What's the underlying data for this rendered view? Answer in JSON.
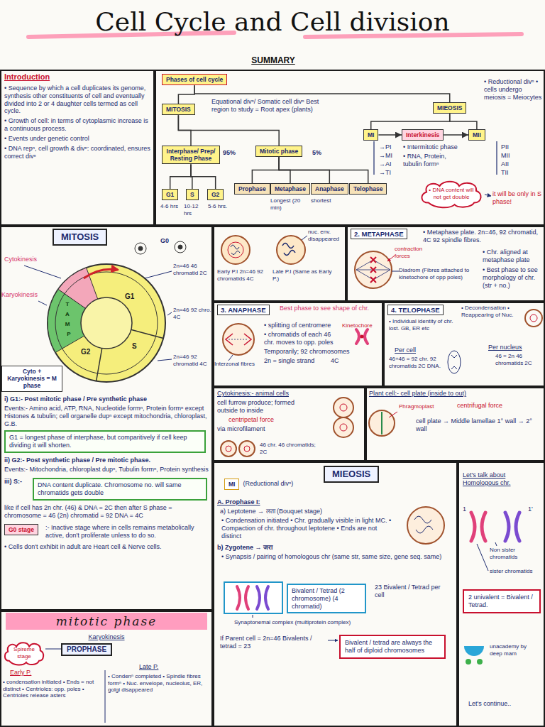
{
  "diagram": {
    "title": "Cell Cycle and Cell division",
    "nodes": [
      {
        "text": [
          "Introduction",
          "• Sequence by which a cell duplicates its genome, synthesis other constituents of cell and eventually divided into 2 or 4 daughter cells termed as cell cycle.",
          "• Growth of cell: in terms of cytoplasmic increase is a continuous process.",
          "• Events under genetic control",
          "• DNA repⁿ, cell growth & divⁿ: coordinated, ensures correct divⁿ"
        ]
      },
      {
        "text": [
          "Equational divⁿ/ Somatic cell divⁿ Best region to study = Root apex (plants)",
          "• Reductional divⁿ • cells undergo meiosis = Meiocytes",
          "95%",
          "5%",
          "4-6 hrs",
          "10-12 hrs",
          "5-6 hrs.",
          "Longest (20 min)",
          "shortest",
          "→PI",
          "→MI",
          "→AI",
          "→TI",
          "• Intermitotic phase",
          "• RNA, Protein, tubulin formⁿ",
          "PII",
          "MII",
          "AII",
          "TII",
          "it will be only in S phase!"
        ]
      },
      {
        "text": [
          "Phases of cell cycle"
        ],
        "in": 1
      },
      {
        "text": [
          "MITOSIS"
        ],
        "in": 1
      },
      {
        "text": [
          "MIEOSIS"
        ],
        "in": 1
      },
      {
        "text": [
          "Interphase/ Prep/ Resting Phase"
        ],
        "in": 1
      },
      {
        "text": [
          "Mitotic phase"
        ],
        "in": 1
      },
      {
        "text": [
          "G1"
        ],
        "in": 1
      },
      {
        "text": [
          "S"
        ],
        "in": 1
      },
      {
        "text": [
          "G2"
        ],
        "in": 1
      },
      {
        "text": [
          "Prophase"
        ],
        "in": 1
      },
      {
        "text": [
          "Metaphase"
        ],
        "in": 1
      },
      {
        "text": [
          "Anaphase"
        ],
        "in": 1
      },
      {
        "text": [
          "Telophase"
        ],
        "in": 1
      },
      {
        "text": [
          "MI"
        ],
        "in": 1
      },
      {
        "text": [
          "Interkinesis"
        ],
        "in": 1
      },
      {
        "text": [
          "MII"
        ],
        "in": 1
      },
      {
        "text": [
          "• DNA content will not get double"
        ],
        "in": 1
      },
      {
        "text": [
          "Cytokinesis",
          "Karyokinesis",
          "G0",
          "2n=46 46 chromatid 2C",
          "2n=46 92 chro. 4C",
          "2n=46 92 chromatid 4C",
          "i) G1:- Post mitotic phase / Pre synthetic phase",
          "Events:- Amino acid, ATP, RNA, Nucleotide formⁿ, Protein formⁿ except Histones & tubulin; cell organelle dupⁿ except mitochondria, chloroplast, G.B.",
          "ii) G2:- Post synthetic phase / Pre mitotic phase.",
          "Events:- Mitochondria, chloroplast dupⁿ, Tubulin formⁿ, Protein synthesis",
          "iii) S:-",
          "like if cell has 2n chr. (46) & DNA = 2C then after S phase = chromosome = 46 (2n) chromatid = 92 DNA = 4C",
          ":- Inactive stage where in cells remains metabolically active, don't proliferate unless to do so.",
          "• Cells don't exhibit in adult are Heart cell & Nerve cells."
        ]
      },
      {
        "text": [
          "MITOSIS"
        ],
        "in": 18
      },
      {
        "text": [
          "G1",
          "S",
          "G2",
          "T",
          "A",
          "M",
          "P"
        ],
        "in": 18
      },
      {
        "text": [
          "Cyto + Karyokinesis = M phase"
        ],
        "in": 18
      },
      {
        "text": [
          "G1 = longest phase of interphase, but comparitively if cell keep dividing it will shorten."
        ],
        "in": 18
      },
      {
        "text": [
          "DNA content duplicate. Chromosome no. will same chromatids gets double"
        ],
        "in": 18
      },
      {
        "text": [
          "G0 stage"
        ],
        "in": 18
      },
      {
        "text": [
          "Karyokinesis",
          "Early P.",
          "Late P.",
          "• condensation initiated • Ends = not distinct • Centrioles: opp. poles • Centrioles release asters",
          "• Condenⁿ completed • Spindle fibres formⁿ • Nuc. envelope, nucleolus, ER, golgi disappeared"
        ]
      },
      {
        "text": [
          "mitotic phase"
        ],
        "in": 25
      },
      {
        "text": [
          "Spireme stage"
        ],
        "in": 25
      },
      {
        "text": [
          "PROPHASE"
        ],
        "in": 25
      },
      {
        "text": [
          "nuc. env. disappeared",
          "Early P.I 2n=46 92 chromatids 4C",
          "Late P.I (Same as Early P.)"
        ]
      },
      {
        "text": [
          "2. METAPHASE",
          "• Metaphase plate. 2n=46, 92 chromatid, 4C 92 spindle fibres.",
          "contraction forces",
          "Diadrom (Fibres attached to kinetochore of opp poles)",
          "• Chr. aligned at metaphase plate",
          "• Best phase to see morphology of chr. (str + no.)"
        ]
      },
      {
        "text": [
          "3. ANAPHASE",
          "Best phase to see shape of chr.",
          "• splitting of centromere",
          "• chromatids of each 46 chr. moves to opp. poles",
          "Temporarily; 92 chromosomes",
          "2n = single strand",
          "4C",
          "Interzonal fibres",
          "Kinetochore"
        ]
      },
      {
        "text": [
          "4. TELOPHASE",
          "• Decondensation • Reappearing of Nuc.",
          "• Individual identity of chr. lost. GB, ER etc",
          "Per cell",
          "46+46 = 92 chr. 92 chromatids 2C DNA.",
          "Per nucleus",
          "46 = 2n 46 chromatids 2C"
        ]
      },
      {
        "text": [
          "Cytokinesis:- animal cells",
          "cell furrow produce; formed outside to inside",
          "centripetal force",
          "via microfilament",
          "46 chr. 46 chromatids; 2C"
        ]
      },
      {
        "text": [
          "Plant cell:- cell plate (inside to out)",
          "Phragmoplast",
          "centrifugal force",
          "cell plate → Middle lamellae 1° wall → 2° wall"
        ]
      },
      {
        "text": [
          "A. Prophase I:",
          "a) Leptotene → लता (Bouquet stage)",
          "• Condensation initiated • Chr. gradually visible in light MC. • Compaction of chr. throughout leptotene • Ends are not distinct",
          "b) Zygotene → जरा",
          "• Synapsis / pairing of homologous chr (same str, same size, gene seq. same)",
          "23 Bivalent / Tetrad per cell",
          "Synaptonemal complex (multiprotein complex)",
          "If Parent cell = 2n=46 Bivalents / tetrad = 23"
        ]
      },
      {
        "text": [
          "MIEOSIS"
        ],
        "in": 35
      },
      {
        "text": [
          "MI",
          "(Reductional divⁿ)"
        ],
        "in": 35
      },
      {
        "text": [
          "Bivalent / Tetrad (2 chromosome) (4 chromatid)"
        ],
        "in": 35
      },
      {
        "text": [
          "Bivalent / tetrad are always the half of diploid chromosomes"
        ],
        "in": 35
      },
      {
        "text": [
          "Let's talk about Homologous chr.",
          "1",
          "1'",
          "Non sister chromatids",
          "sister chromatids",
          "unacademy by deep mam",
          "Let's continue.."
        ]
      },
      {
        "text": [
          "2 univalent = Bivalent / Tetrad."
        ],
        "in": 40
      }
    ],
    "edges": [
      {
        "from": 2,
        "to": 3,
        "arrow": "none"
      },
      {
        "from": 2,
        "to": 4,
        "arrow": "none"
      },
      {
        "from": 3,
        "to": 5,
        "arrow": "none"
      },
      {
        "from": 3,
        "to": 6,
        "arrow": "none"
      },
      {
        "from": 5,
        "to": 7,
        "arrow": "none"
      },
      {
        "from": 5,
        "to": 8,
        "arrow": "none"
      },
      {
        "from": 5,
        "to": 9,
        "arrow": "none"
      },
      {
        "from": 6,
        "to": 10,
        "arrow": "none"
      },
      {
        "from": 6,
        "to": 11,
        "arrow": "none"
      },
      {
        "from": 6,
        "to": 12,
        "arrow": "none"
      },
      {
        "from": 6,
        "to": 13,
        "arrow": "none"
      },
      {
        "from": 4,
        "to": 14,
        "arrow": "none"
      },
      {
        "from": 4,
        "to": 16,
        "arrow": "none"
      },
      {
        "from": 14,
        "to": 15,
        "arrow": "to"
      },
      {
        "from": 15,
        "to": 16,
        "arrow": "to"
      }
    ],
    "labels": [
      "SUMMARY"
    ]
  }
}
